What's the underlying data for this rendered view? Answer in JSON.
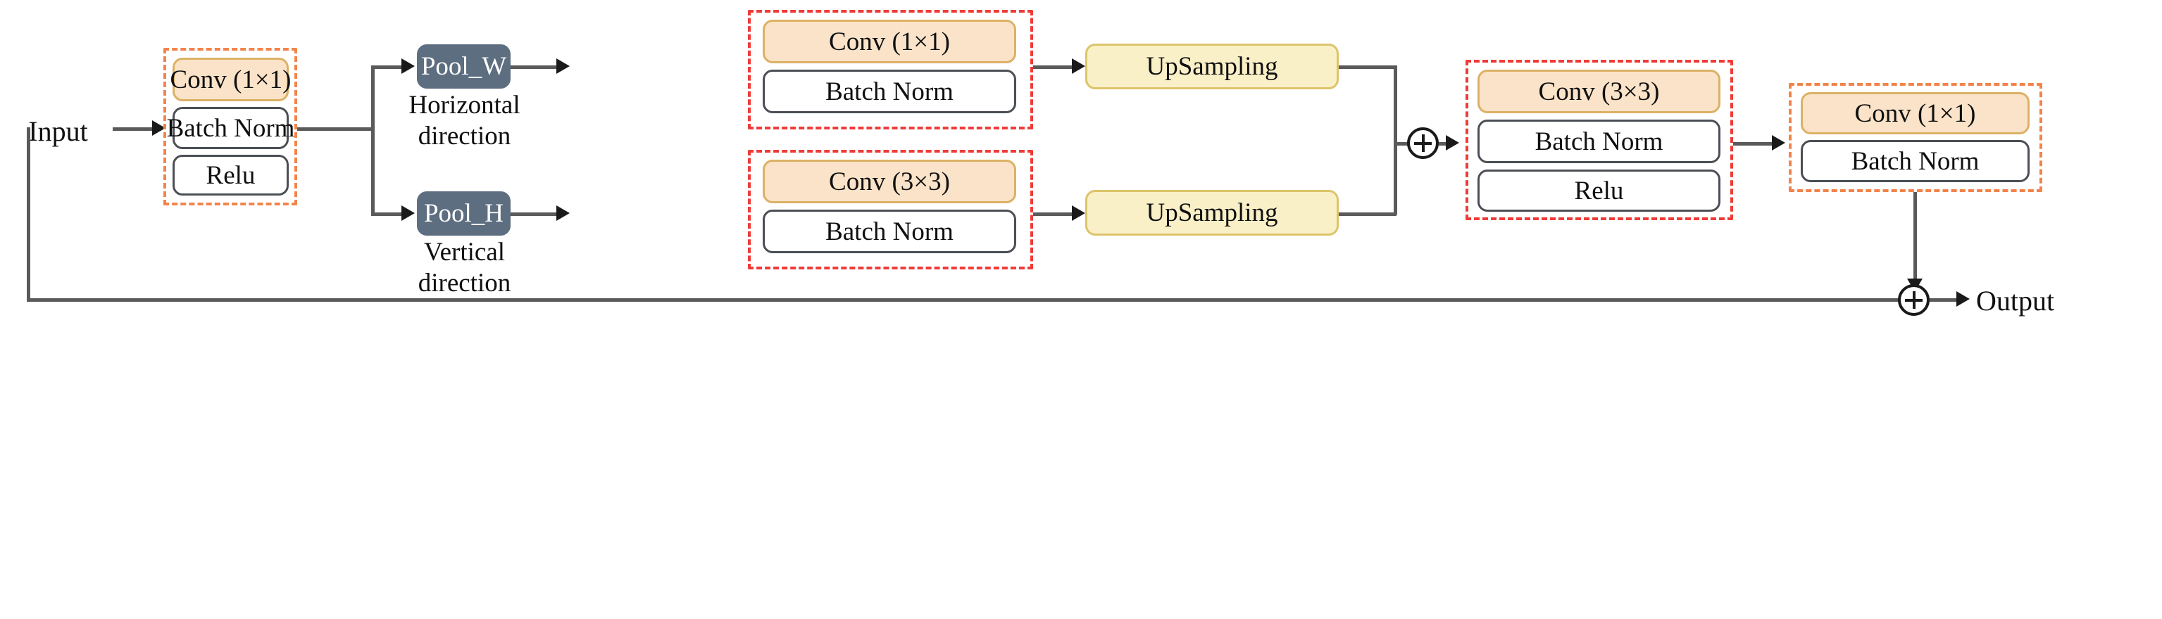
{
  "diagram": {
    "title": "Coordinate attention style network block diagram",
    "colors": {
      "conv_fill": "#fae3c8",
      "conv_border": "#dcb166",
      "upsampling_fill": "#faf0c8",
      "upsampling_border": "#dcc46a",
      "pool_fill": "#5d6e80",
      "pool_text": "#ffffff",
      "group_orange_dashed": "#f2844b",
      "group_red_dashed": "#ef3b38",
      "line": "#5a5a5a",
      "arrow": "#1a1a1a",
      "box_border": "#4b4f55",
      "background": "#ffffff"
    },
    "endpoints": {
      "input": "Input",
      "output": "Output"
    },
    "stem_block": {
      "conv": "Conv (1×1)",
      "batch_norm": "Batch Norm",
      "relu": "Relu"
    },
    "branches": [
      {
        "pool": "Pool_W",
        "direction_line1": "Horizontal",
        "direction_line2": "direction",
        "conv": "Conv (1×1)",
        "batch_norm": "Batch Norm",
        "upsampling": "UpSampling"
      },
      {
        "pool": "Pool_H",
        "direction_line1": "Vertical",
        "direction_line2": "direction",
        "conv": "Conv (3×3)",
        "batch_norm": "Batch Norm",
        "upsampling": "UpSampling"
      }
    ],
    "merge_block": {
      "conv": "Conv (3×3)",
      "batch_norm": "Batch Norm",
      "relu": "Relu"
    },
    "final_block": {
      "conv": "Conv (1×1)",
      "batch_norm": "Batch Norm"
    },
    "operators": {
      "add_merge": "⊕",
      "add_residual": "⊕"
    }
  }
}
